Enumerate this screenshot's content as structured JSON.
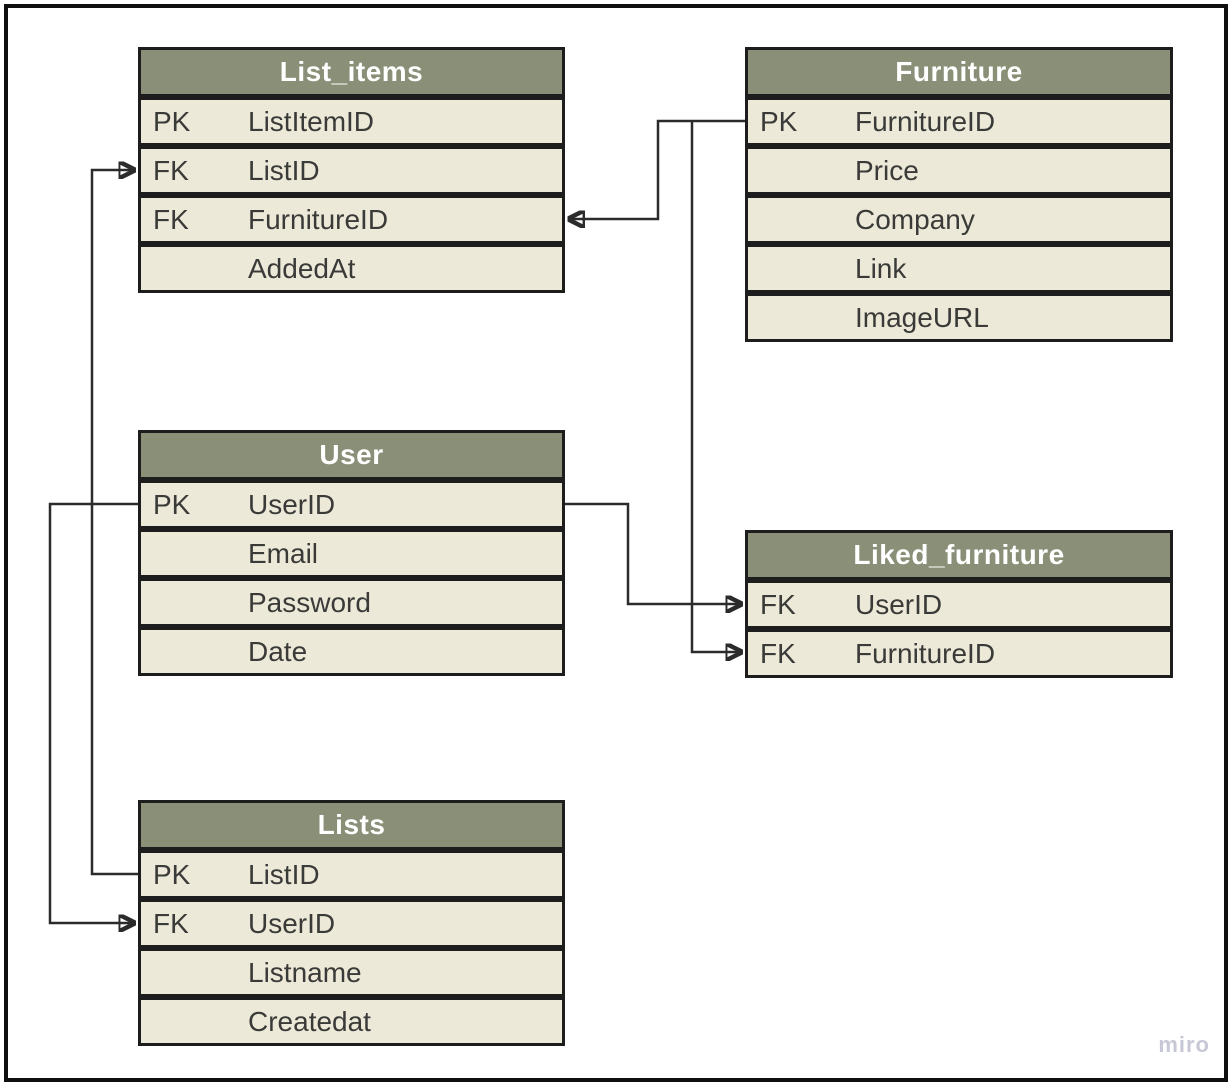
{
  "diagram": {
    "type": "entity-relationship",
    "watermark": "miro",
    "colors": {
      "header_bg": "#8a9077",
      "row_bg": "#ece9d8",
      "border": "#1d1d1d",
      "connector": "#2b2b2b",
      "header_text": "#ffffff",
      "row_text": "#3a3a38",
      "watermark_text": "#c7c8d6",
      "background": "#ffffff"
    },
    "tables": {
      "list_items": {
        "title": "List_items",
        "rows": [
          {
            "key": "PK",
            "name": "ListItemID"
          },
          {
            "key": "FK",
            "name": "ListID"
          },
          {
            "key": "FK",
            "name": "FurnitureID"
          },
          {
            "key": "",
            "name": "AddedAt"
          }
        ]
      },
      "furniture": {
        "title": "Furniture",
        "rows": [
          {
            "key": "PK",
            "name": "FurnitureID"
          },
          {
            "key": "",
            "name": "Price"
          },
          {
            "key": "",
            "name": "Company"
          },
          {
            "key": "",
            "name": "Link"
          },
          {
            "key": "",
            "name": "ImageURL"
          }
        ]
      },
      "user": {
        "title": "User",
        "rows": [
          {
            "key": "PK",
            "name": "UserID"
          },
          {
            "key": "",
            "name": "Email"
          },
          {
            "key": "",
            "name": "Password"
          },
          {
            "key": "",
            "name": "Date"
          }
        ]
      },
      "liked_furniture": {
        "title": "Liked_furniture",
        "rows": [
          {
            "key": "FK",
            "name": "UserID"
          },
          {
            "key": "FK",
            "name": "FurnitureID"
          }
        ]
      },
      "lists": {
        "title": "Lists",
        "rows": [
          {
            "key": "PK",
            "name": "ListID"
          },
          {
            "key": "FK",
            "name": "UserID"
          },
          {
            "key": "",
            "name": "Listname"
          },
          {
            "key": "",
            "name": "Createdat"
          }
        ]
      }
    },
    "relationships": [
      {
        "from": "Lists.ListID (PK)",
        "to": "List_items.ListID (FK)"
      },
      {
        "from": "User.UserID (PK)",
        "to": "Lists.UserID (FK)"
      },
      {
        "from": "User.UserID (PK)",
        "to": "Liked_furniture.UserID (FK)"
      },
      {
        "from": "Furniture.FurnitureID (PK)",
        "to": "List_items.FurnitureID (FK)"
      },
      {
        "from": "Furniture.FurnitureID (PK)",
        "to": "Liked_furniture.FurnitureID (FK)"
      }
    ]
  }
}
